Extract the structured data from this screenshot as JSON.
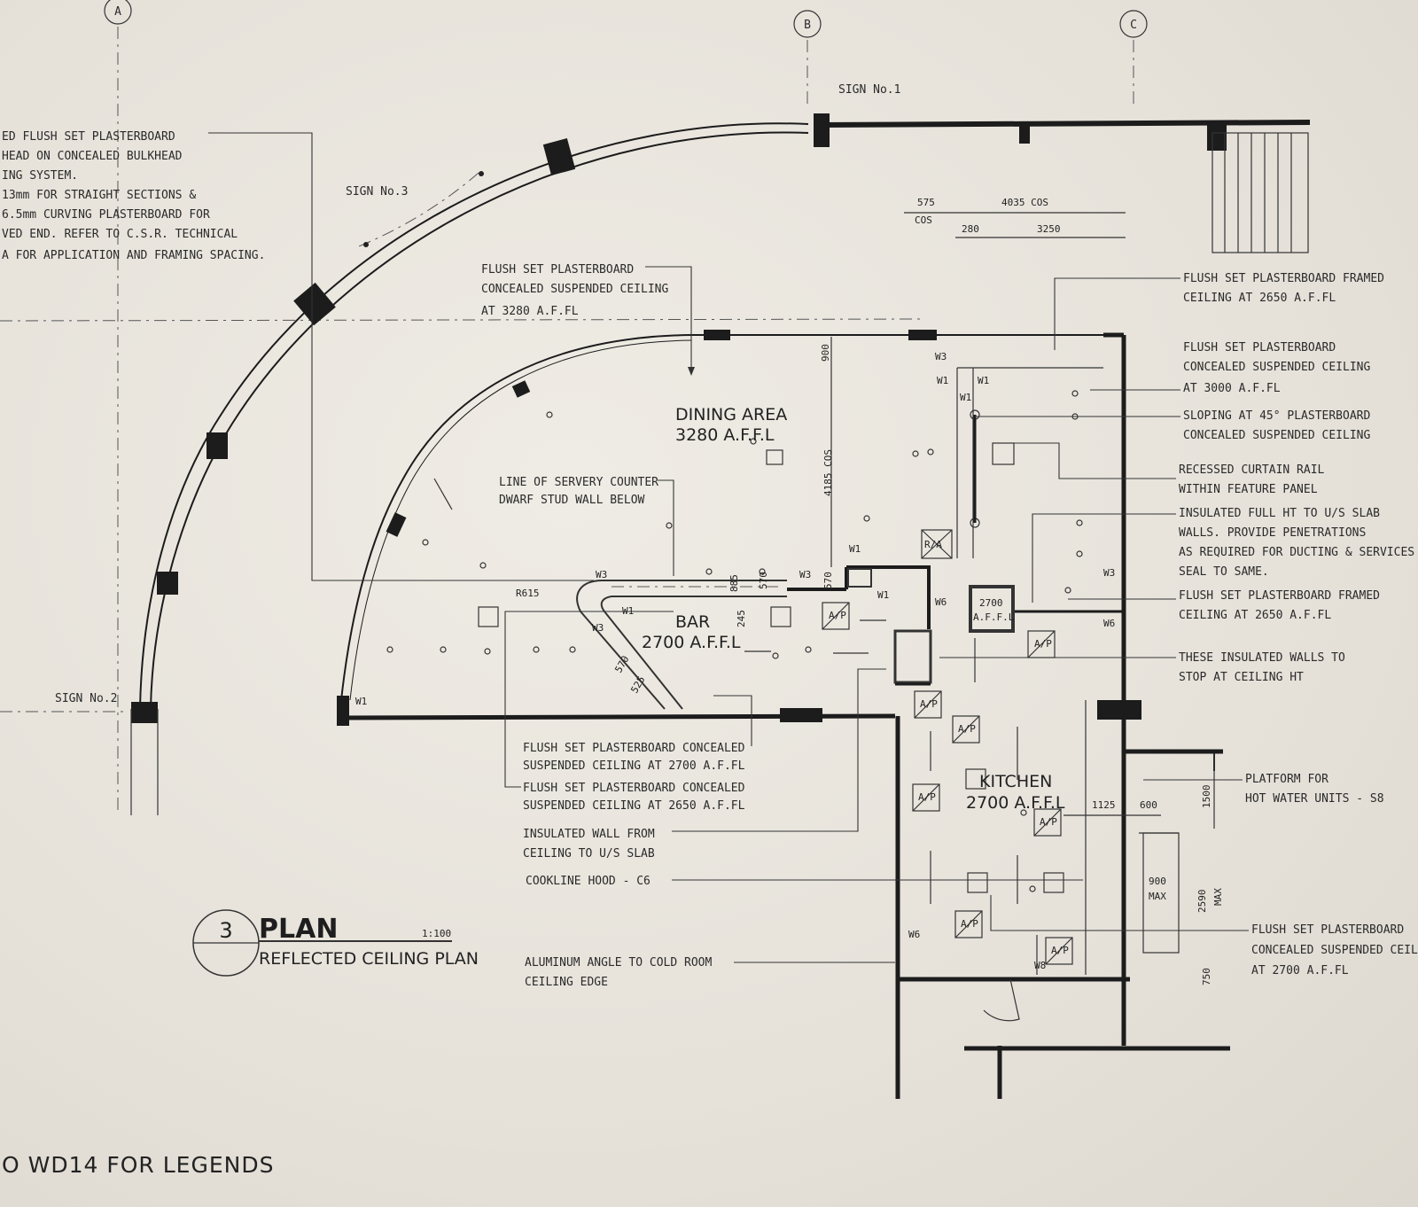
{
  "grid": {
    "a": "A",
    "b": "B",
    "c": "C"
  },
  "signs": {
    "sign1": "SIGN No.1",
    "sign2": "SIGN No.2",
    "sign3": "SIGN No.3"
  },
  "notes": {
    "bulkhead": [
      "ED FLUSH SET PLASTERBOARD",
      "HEAD ON CONCEALED BULKHEAD",
      "ING SYSTEM.",
      "13mm FOR STRAIGHT SECTIONS &",
      "6.5mm CURVING PLASTERBOARD FOR",
      "VED END. REFER TO C.S.R. TECHNICAL",
      "A FOR APPLICATION AND FRAMING SPACING."
    ],
    "ceiling_3280": [
      "FLUSH SET PLASTERBOARD",
      "CONCEALED SUSPENDED CEILING",
      "AT 3280 A.F.FL"
    ],
    "servery": [
      "LINE OF SERVERY COUNTER",
      "DWARF STUD WALL BELOW"
    ],
    "ceiling_2700": [
      "FLUSH SET PLASTERBOARD CONCEALED",
      "SUSPENDED CEILING AT 2700 A.F.FL"
    ],
    "ceiling_2650": [
      "FLUSH SET PLASTERBOARD CONCEALED",
      "SUSPENDED CEILING AT 2650 A.F.FL"
    ],
    "insulated_wall": [
      "INSULATED WALL FROM",
      "CEILING TO U/S SLAB"
    ],
    "cookline": "COOKLINE HOOD - C6",
    "aluminum": [
      "ALUMINUM ANGLE TO COLD ROOM",
      "CEILING EDGE"
    ],
    "right_1": [
      "FLUSH SET PLASTERBOARD FRAMED",
      "CEILING AT 2650 A.F.FL"
    ],
    "right_2": [
      "FLUSH SET PLASTERBOARD",
      "CONCEALED SUSPENDED CEILING",
      "AT 3000 A.F.FL"
    ],
    "right_3": [
      "SLOPING AT 45° PLASTERBOARD",
      "CONCEALED SUSPENDED CEILING"
    ],
    "right_4": [
      "RECESSED CURTAIN RAIL",
      "WITHIN FEATURE PANEL"
    ],
    "right_5": [
      "INSULATED FULL HT TO U/S SLAB",
      "WALLS. PROVIDE PENETRATIONS",
      "AS REQUIRED FOR DUCTING & SERVICES",
      "SEAL TO SAME."
    ],
    "right_6": [
      "FLUSH SET PLASTERBOARD FRAMED",
      "CEILING AT 2650 A.F.FL"
    ],
    "right_7": [
      "THESE INSULATED WALLS TO",
      "STOP AT CEILING HT"
    ],
    "right_8": [
      "PLATFORM FOR",
      "HOT WATER UNITS - S8"
    ],
    "right_9": [
      "FLUSH SET PLASTERBOARD",
      "CONCEALED SUSPENDED CEILI",
      "AT 2700 A.F.FL"
    ]
  },
  "rooms": {
    "dining_name": "DINING AREA",
    "dining_height": "3280 A.F.F.L",
    "bar_name": "BAR",
    "bar_height": "2700 A.F.F.L",
    "kitchen_name": "KITCHEN",
    "kitchen_height": "2700 A.F.F.L",
    "store_height": "2700",
    "store_affl": "A.F.F.L"
  },
  "dims": {
    "d575": "575",
    "cos1": "COS",
    "d4035": "4035 COS",
    "d280": "280",
    "d3250": "3250",
    "d900a": "900",
    "d4185": "4185 COS",
    "d885": "885",
    "d570a": "570",
    "d245": "245",
    "d570b": "570",
    "d570c": "570",
    "d525": "525",
    "d1125": "1125",
    "d600": "600",
    "d1500": "1500",
    "d900b": "900",
    "max1": "MAX",
    "d2590": "2590",
    "max2": "MAX",
    "d750": "750",
    "r615": "R615"
  },
  "walltags": {
    "w1": "W1",
    "w3": "W3",
    "w6": "W6",
    "w8": "W8"
  },
  "fixtures": {
    "ap": "A/P",
    "rxa": "R/A"
  },
  "title_block": {
    "number": "3",
    "title": "PLAN",
    "scale": "1:100",
    "subtitle": "REFLECTED CEILING PLAN",
    "footer": "O WD14 FOR LEGENDS"
  }
}
